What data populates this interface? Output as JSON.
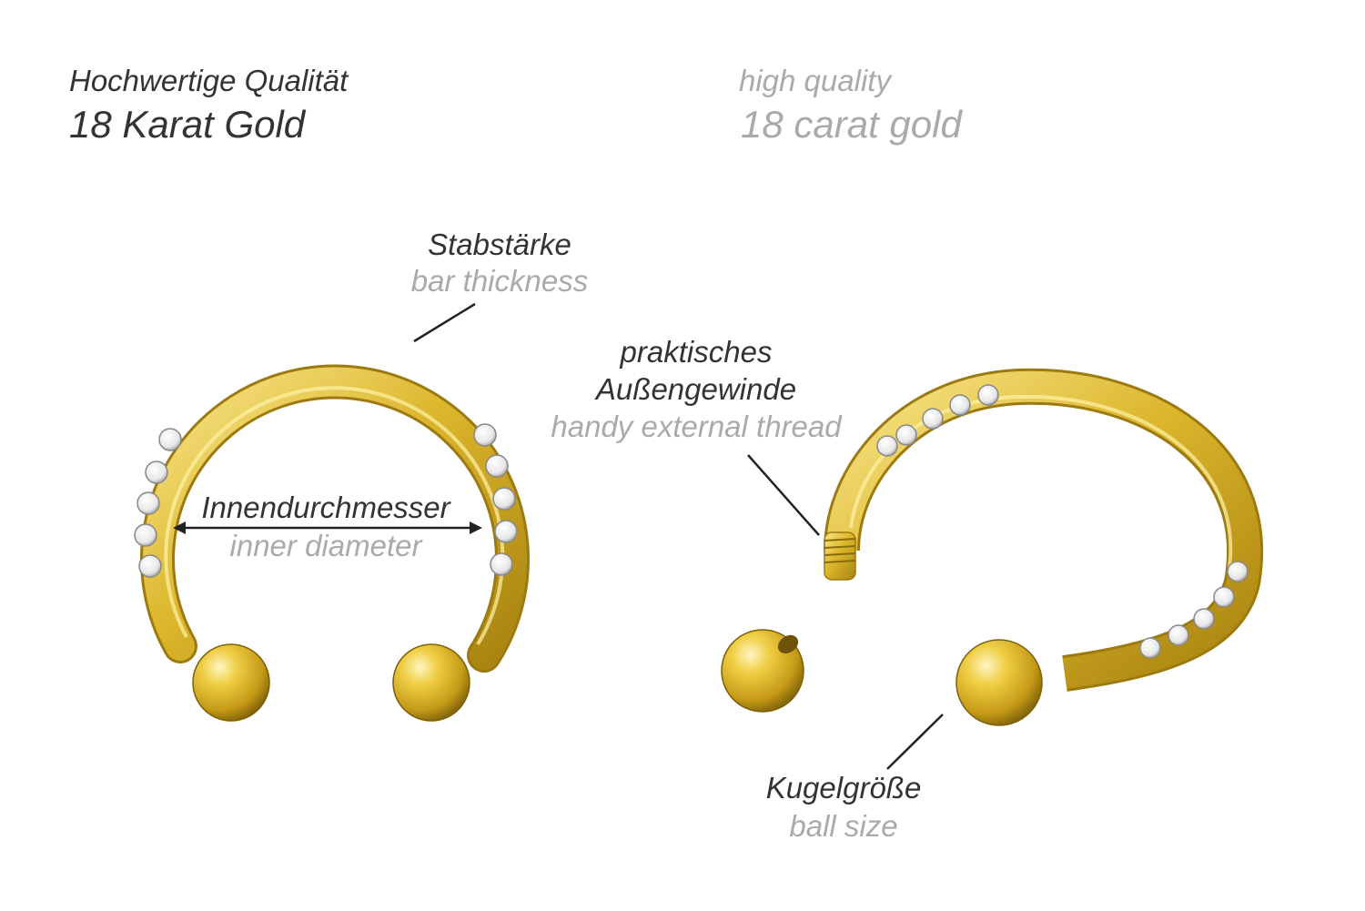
{
  "header": {
    "de_line1": "Hochwertige Qualität",
    "de_line2": "18 Karat Gold",
    "en_line1": "high quality",
    "en_line2": "18 carat gold"
  },
  "labels": {
    "bar_thickness": {
      "de": "Stabstärke",
      "en": "bar thickness"
    },
    "inner_diameter": {
      "de": "Innendurchmesser",
      "en": "inner diameter"
    },
    "external_thread": {
      "de_line1": "praktisches",
      "de_line2": "Außengewinde",
      "en": "handy external thread"
    },
    "ball_size": {
      "de": "Kugelgröße",
      "en": "ball size"
    }
  },
  "colors": {
    "gold": "#d9b52a",
    "gold_light": "#f6e27a",
    "gold_dark": "#9c7a10",
    "stone": "#f2f2f2",
    "text_dark": "#333333",
    "text_grey": "#aaaaaa"
  }
}
